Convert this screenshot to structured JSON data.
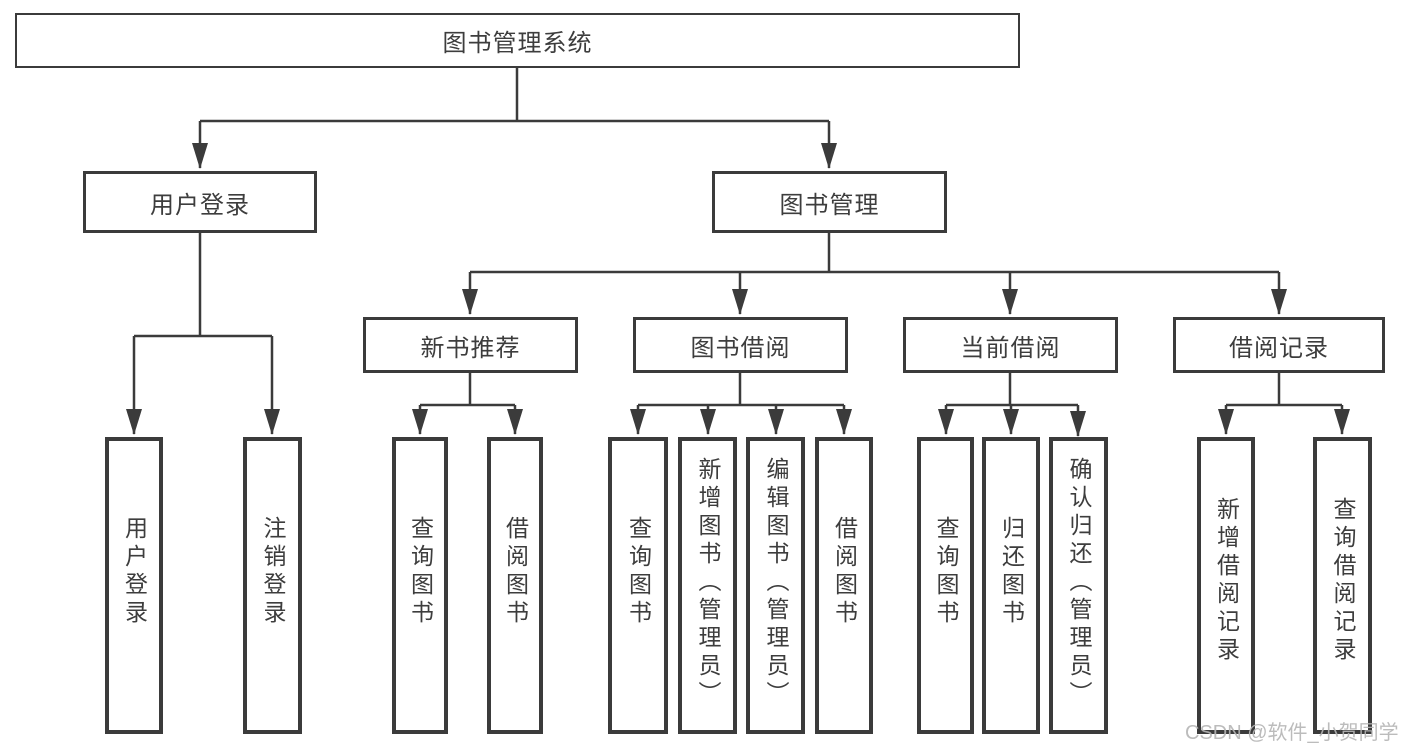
{
  "diagram": {
    "root_label": "图书管理系统",
    "nodes": {
      "user_login": "用户登录",
      "book_management": "图书管理",
      "new_book_recommend": "新书推荐",
      "book_borrow": "图书借阅",
      "current_borrow": "当前借阅",
      "borrow_records": "借阅记录"
    },
    "leaves": {
      "user_login": [
        "用户登录",
        "注销登录"
      ],
      "new_book_recommend": [
        "查询图书",
        "借阅图书"
      ],
      "book_borrow": [
        "查询图书",
        "新增图书（管理员）",
        "编辑图书（管理员）",
        "借阅图书"
      ],
      "current_borrow": [
        "查询图书",
        "归还图书",
        "确认归还（管理员）"
      ],
      "borrow_records": [
        "新增借阅记录",
        "查询借阅记录"
      ]
    },
    "watermark": "CSDN @软件_小贺同学"
  },
  "colors": {
    "line": "#3b3b3b",
    "text": "#3d3d3d",
    "watermark": "#b5b5b5",
    "background": "#ffffff"
  }
}
